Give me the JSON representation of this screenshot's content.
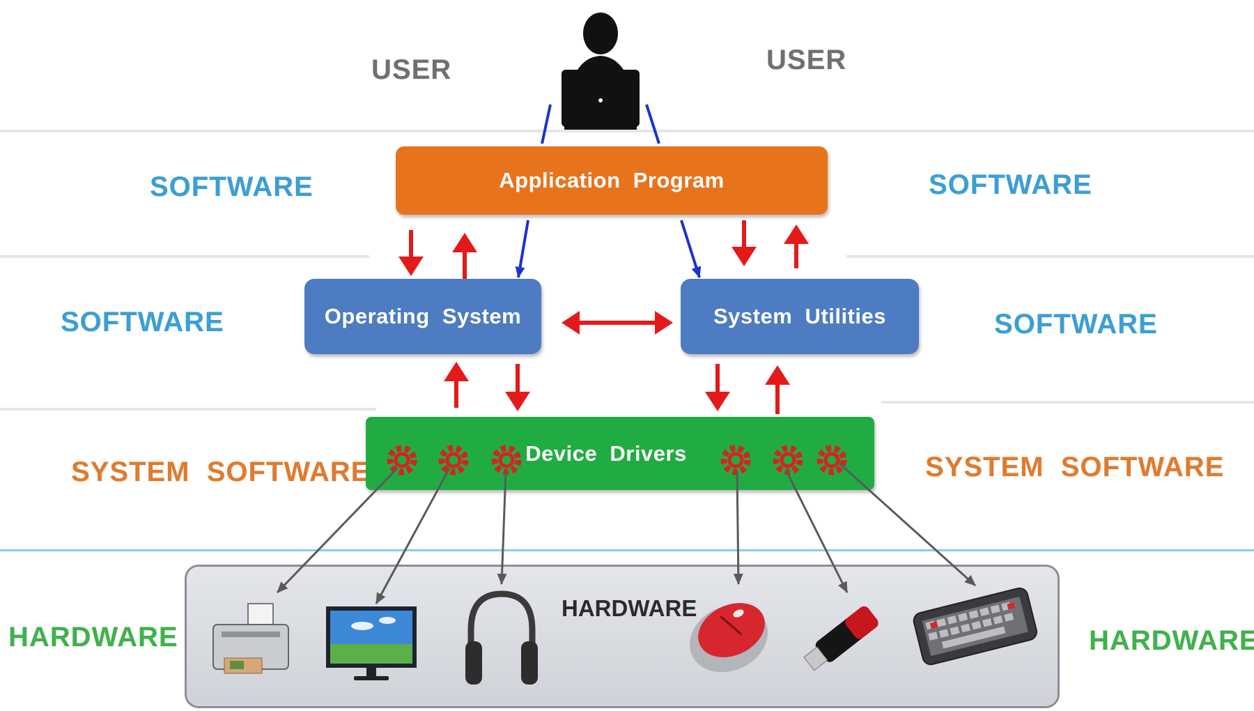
{
  "user_labels": {
    "left": "USER",
    "right": "USER"
  },
  "software_label": "SOFTWARE",
  "system_software_label": "SYSTEM  SOFTWARE",
  "hardware_label": "HARDWARE",
  "boxes": {
    "application_program": "Application  Program",
    "operating_system": "Operating  System",
    "system_utilities": "System  Utilities",
    "device_drivers": "Device  Drivers"
  },
  "hardware_caption": "HARDWARE",
  "hardware_devices": [
    "printer",
    "monitor",
    "headphones",
    "mouse",
    "usb-drive",
    "keyboard"
  ],
  "colors": {
    "user_text": "#707070",
    "software": "#3a9fd4",
    "system_software": "#e07b2d",
    "hardware": "#3fb24b",
    "application_box": "#e8731d",
    "os_box": "#4d7cc3",
    "utilities_box": "#4d7cc3",
    "drivers_box": "#21ac43",
    "gear": "#d82121",
    "red_arrow": "#e41a1a",
    "blue_arrow": "#1b33d0"
  }
}
